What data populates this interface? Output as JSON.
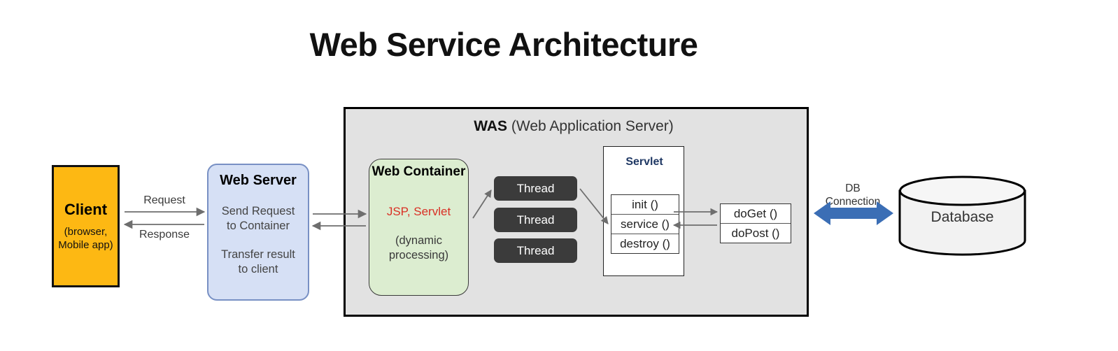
{
  "page": {
    "title": "Web Service Architecture",
    "background": "#FFFFFF"
  },
  "colors": {
    "client_fill": "#FDB813",
    "web_server_fill": "#D6E0F5",
    "web_server_border": "#7890C4",
    "was_fill": "#E2E2E2",
    "was_border": "#000000",
    "web_container_fill": "#DCEDD0",
    "thread_fill": "#3B3B3B",
    "servlet_title": "#1F3864",
    "jsp_servlet_text": "#D93025",
    "db_arrow": "#3B6EB5",
    "database_fill": "#F2F2F2",
    "arrow_gray": "#6E6E6E"
  },
  "client": {
    "title": "Client",
    "sub_line_1": "(browser,",
    "sub_line_2": "Mobile app)"
  },
  "flow_labels": {
    "request": "Request",
    "response": "Response"
  },
  "web_server": {
    "title": "Web Server",
    "line_1a": "Send Request",
    "line_1b": "to Container",
    "line_2a": "Transfer result",
    "line_2b": "to client"
  },
  "was": {
    "abbrev": "WAS",
    "expansion": " (Web Application Server)"
  },
  "web_container": {
    "title": "Web Container",
    "tech": "JSP, Servlet",
    "note_line_1": "(dynamic",
    "note_line_2": "processing)"
  },
  "threads": [
    {
      "label": "Thread"
    },
    {
      "label": "Thread"
    },
    {
      "label": "Thread"
    }
  ],
  "servlet": {
    "title": "Servlet",
    "methods": [
      {
        "label": "init ()"
      },
      {
        "label": "service ()"
      },
      {
        "label": "destroy ()"
      }
    ]
  },
  "handlers": [
    {
      "label": "doGet ()"
    },
    {
      "label": "doPost ()"
    }
  ],
  "db_connection": {
    "line_1": "DB",
    "line_2": "Connection"
  },
  "database": {
    "label": "Database"
  }
}
